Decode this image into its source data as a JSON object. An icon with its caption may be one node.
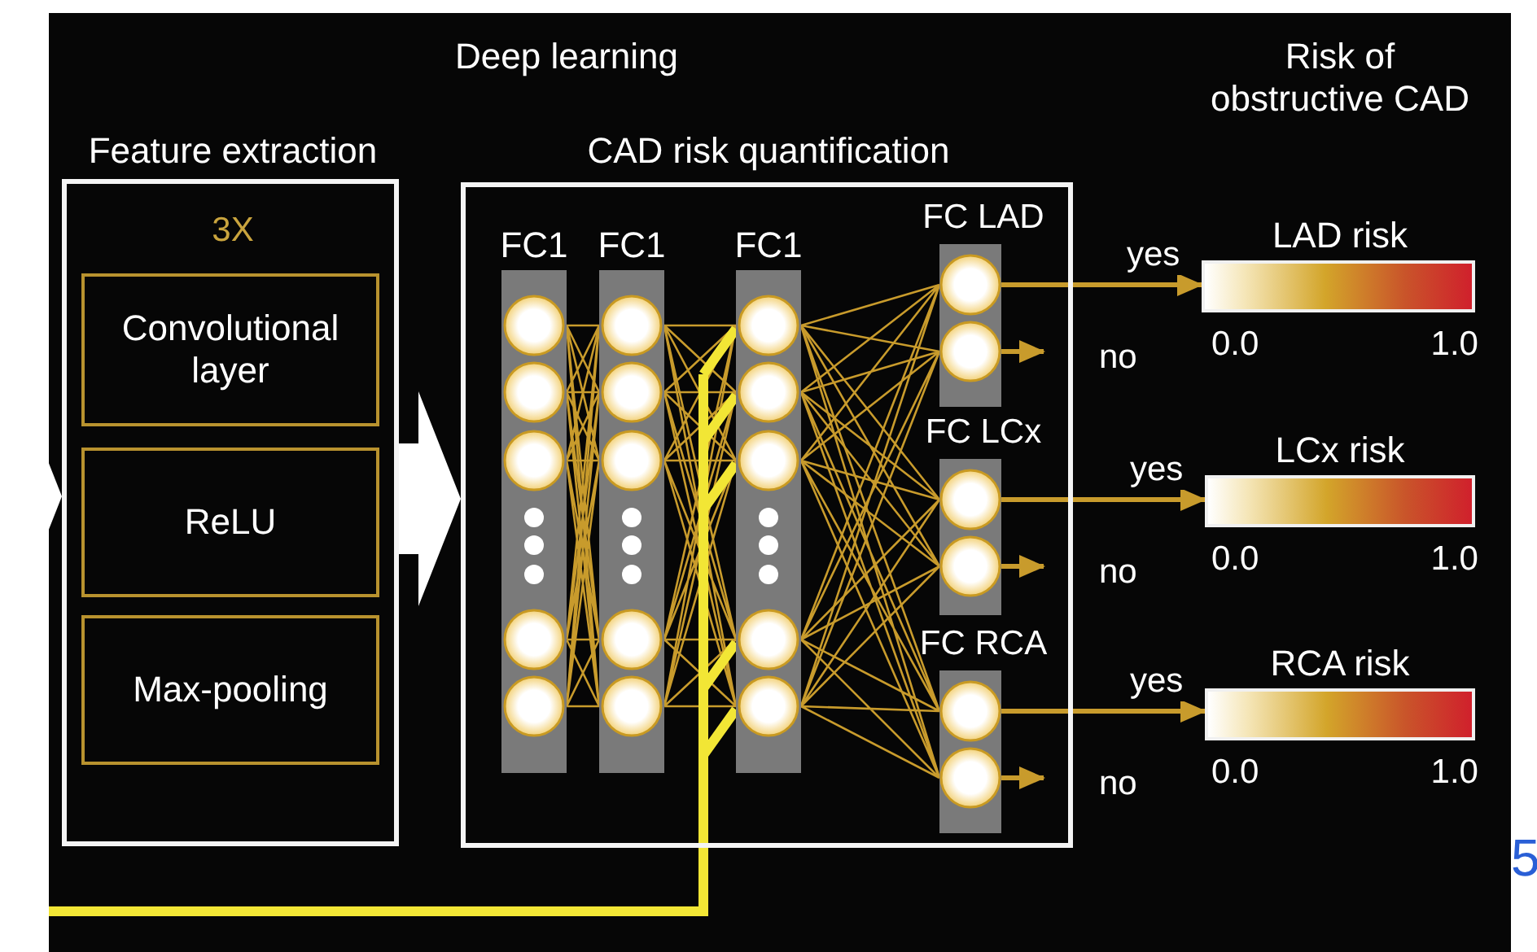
{
  "diagram": {
    "title": "Deep learning",
    "nodes": [
      {
        "text": [
          "Feature extraction",
          "3X"
        ]
      },
      {
        "text": [
          "Convolutional layer"
        ],
        "in": 0
      },
      {
        "text": [
          "ReLU"
        ],
        "in": 0
      },
      {
        "text": [
          "Max-pooling"
        ],
        "in": 0
      },
      {
        "text": [
          "CAD risk quantification"
        ]
      },
      {
        "text": [
          "FC1"
        ],
        "in": 4
      },
      {
        "text": [
          "FC1"
        ],
        "in": 4
      },
      {
        "text": [
          "FC1"
        ],
        "in": 4
      },
      {
        "text": [
          "FC LAD"
        ],
        "in": 4
      },
      {
        "text": [
          "FC LCx"
        ],
        "in": 4
      },
      {
        "text": [
          "FC RCA"
        ],
        "in": 4
      },
      {
        "text": [
          "LAD risk"
        ],
        "beside": [
          "0.0",
          "1.0"
        ]
      },
      {
        "text": [
          "LCx risk"
        ],
        "beside": [
          "0.0",
          "1.0"
        ]
      },
      {
        "text": [
          "RCA risk"
        ],
        "beside": [
          "0.0",
          "1.0"
        ]
      }
    ],
    "edges": [
      {
        "from": null,
        "to": 0,
        "arrow": "to",
        "style": "thick",
        "color": "#ffffff"
      },
      {
        "from": 0,
        "to": 4,
        "arrow": "to",
        "style": "thick",
        "color": "#ffffff"
      },
      {
        "from": 5,
        "to": 6,
        "arrow": "none"
      },
      {
        "from": 6,
        "to": 7,
        "arrow": "none"
      },
      {
        "from": 7,
        "to": 8,
        "arrow": "none"
      },
      {
        "from": 7,
        "to": 9,
        "arrow": "none"
      },
      {
        "from": 7,
        "to": 10,
        "arrow": "none"
      },
      {
        "from": 8,
        "to": 11,
        "arrow": "to",
        "label": "yes"
      },
      {
        "from": 8,
        "to": null,
        "arrow": "to",
        "label": "no"
      },
      {
        "from": 9,
        "to": 12,
        "arrow": "to",
        "label": "yes"
      },
      {
        "from": 9,
        "to": null,
        "arrow": "to",
        "label": "no"
      },
      {
        "from": 10,
        "to": 13,
        "arrow": "to",
        "label": "yes"
      },
      {
        "from": 10,
        "to": null,
        "arrow": "to",
        "label": "no"
      },
      {
        "from": null,
        "to": 7,
        "arrow": "none",
        "style": "thick",
        "color": "#f2e635"
      }
    ],
    "labels": [
      "Risk of obstructive CAD",
      "5"
    ]
  }
}
